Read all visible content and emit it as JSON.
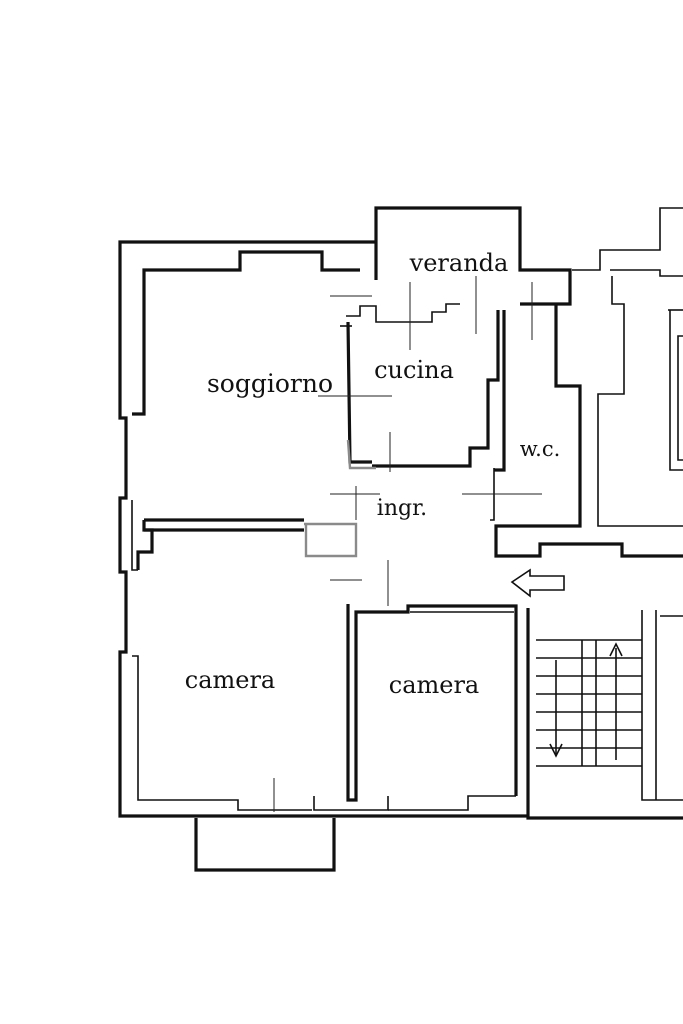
{
  "plan": {
    "rooms": {
      "veranda": "veranda",
      "soggiorno": "soggiorno",
      "cucina": "cucina",
      "wc": "w.c.",
      "ingresso": "ingr.",
      "camera_left": "camera",
      "camera_right": "camera"
    },
    "colors": {
      "line": "#111111",
      "background": "#ffffff"
    }
  }
}
